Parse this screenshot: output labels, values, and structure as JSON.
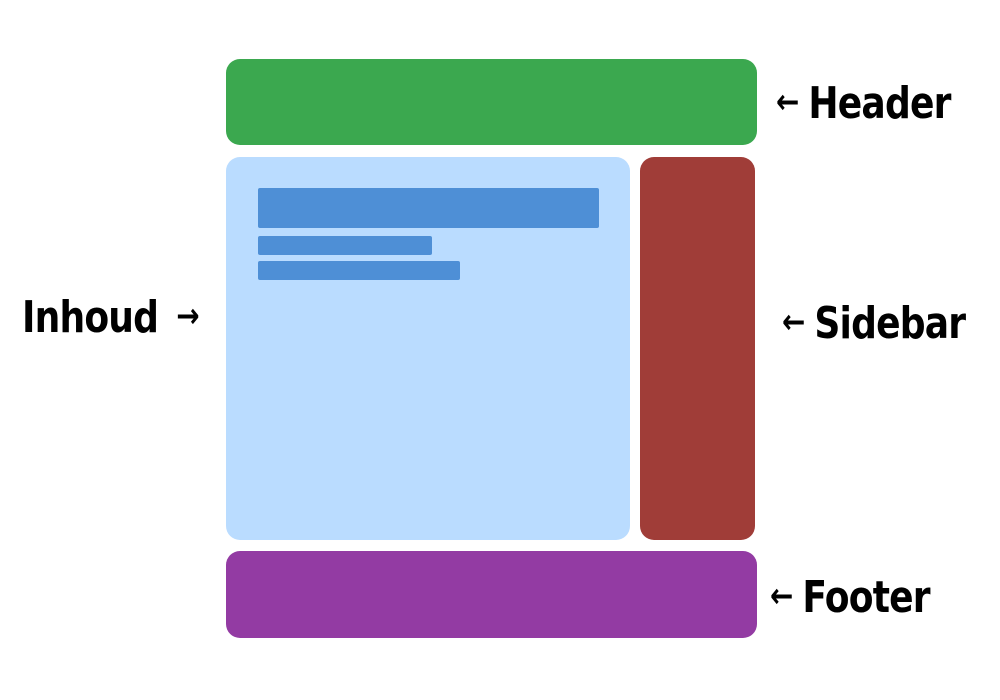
{
  "diagram": {
    "blocks": {
      "header": {
        "color": "#3ba84f"
      },
      "content": {
        "color": "#badcff",
        "line_color": "#4e8fd6"
      },
      "sidebar": {
        "color": "#a03d38"
      },
      "footer": {
        "color": "#933ba3"
      }
    },
    "labels": {
      "header": {
        "text": "Header",
        "arrow": "←",
        "arrow_icon": "left-arrow-icon"
      },
      "sidebar": {
        "text": "Sidebar",
        "arrow": "←",
        "arrow_icon": "left-arrow-icon"
      },
      "footer": {
        "text": "Footer",
        "arrow": "←",
        "arrow_icon": "left-arrow-icon"
      },
      "content": {
        "text": "Inhoud",
        "arrow": "→",
        "arrow_icon": "right-arrow-icon"
      }
    }
  }
}
